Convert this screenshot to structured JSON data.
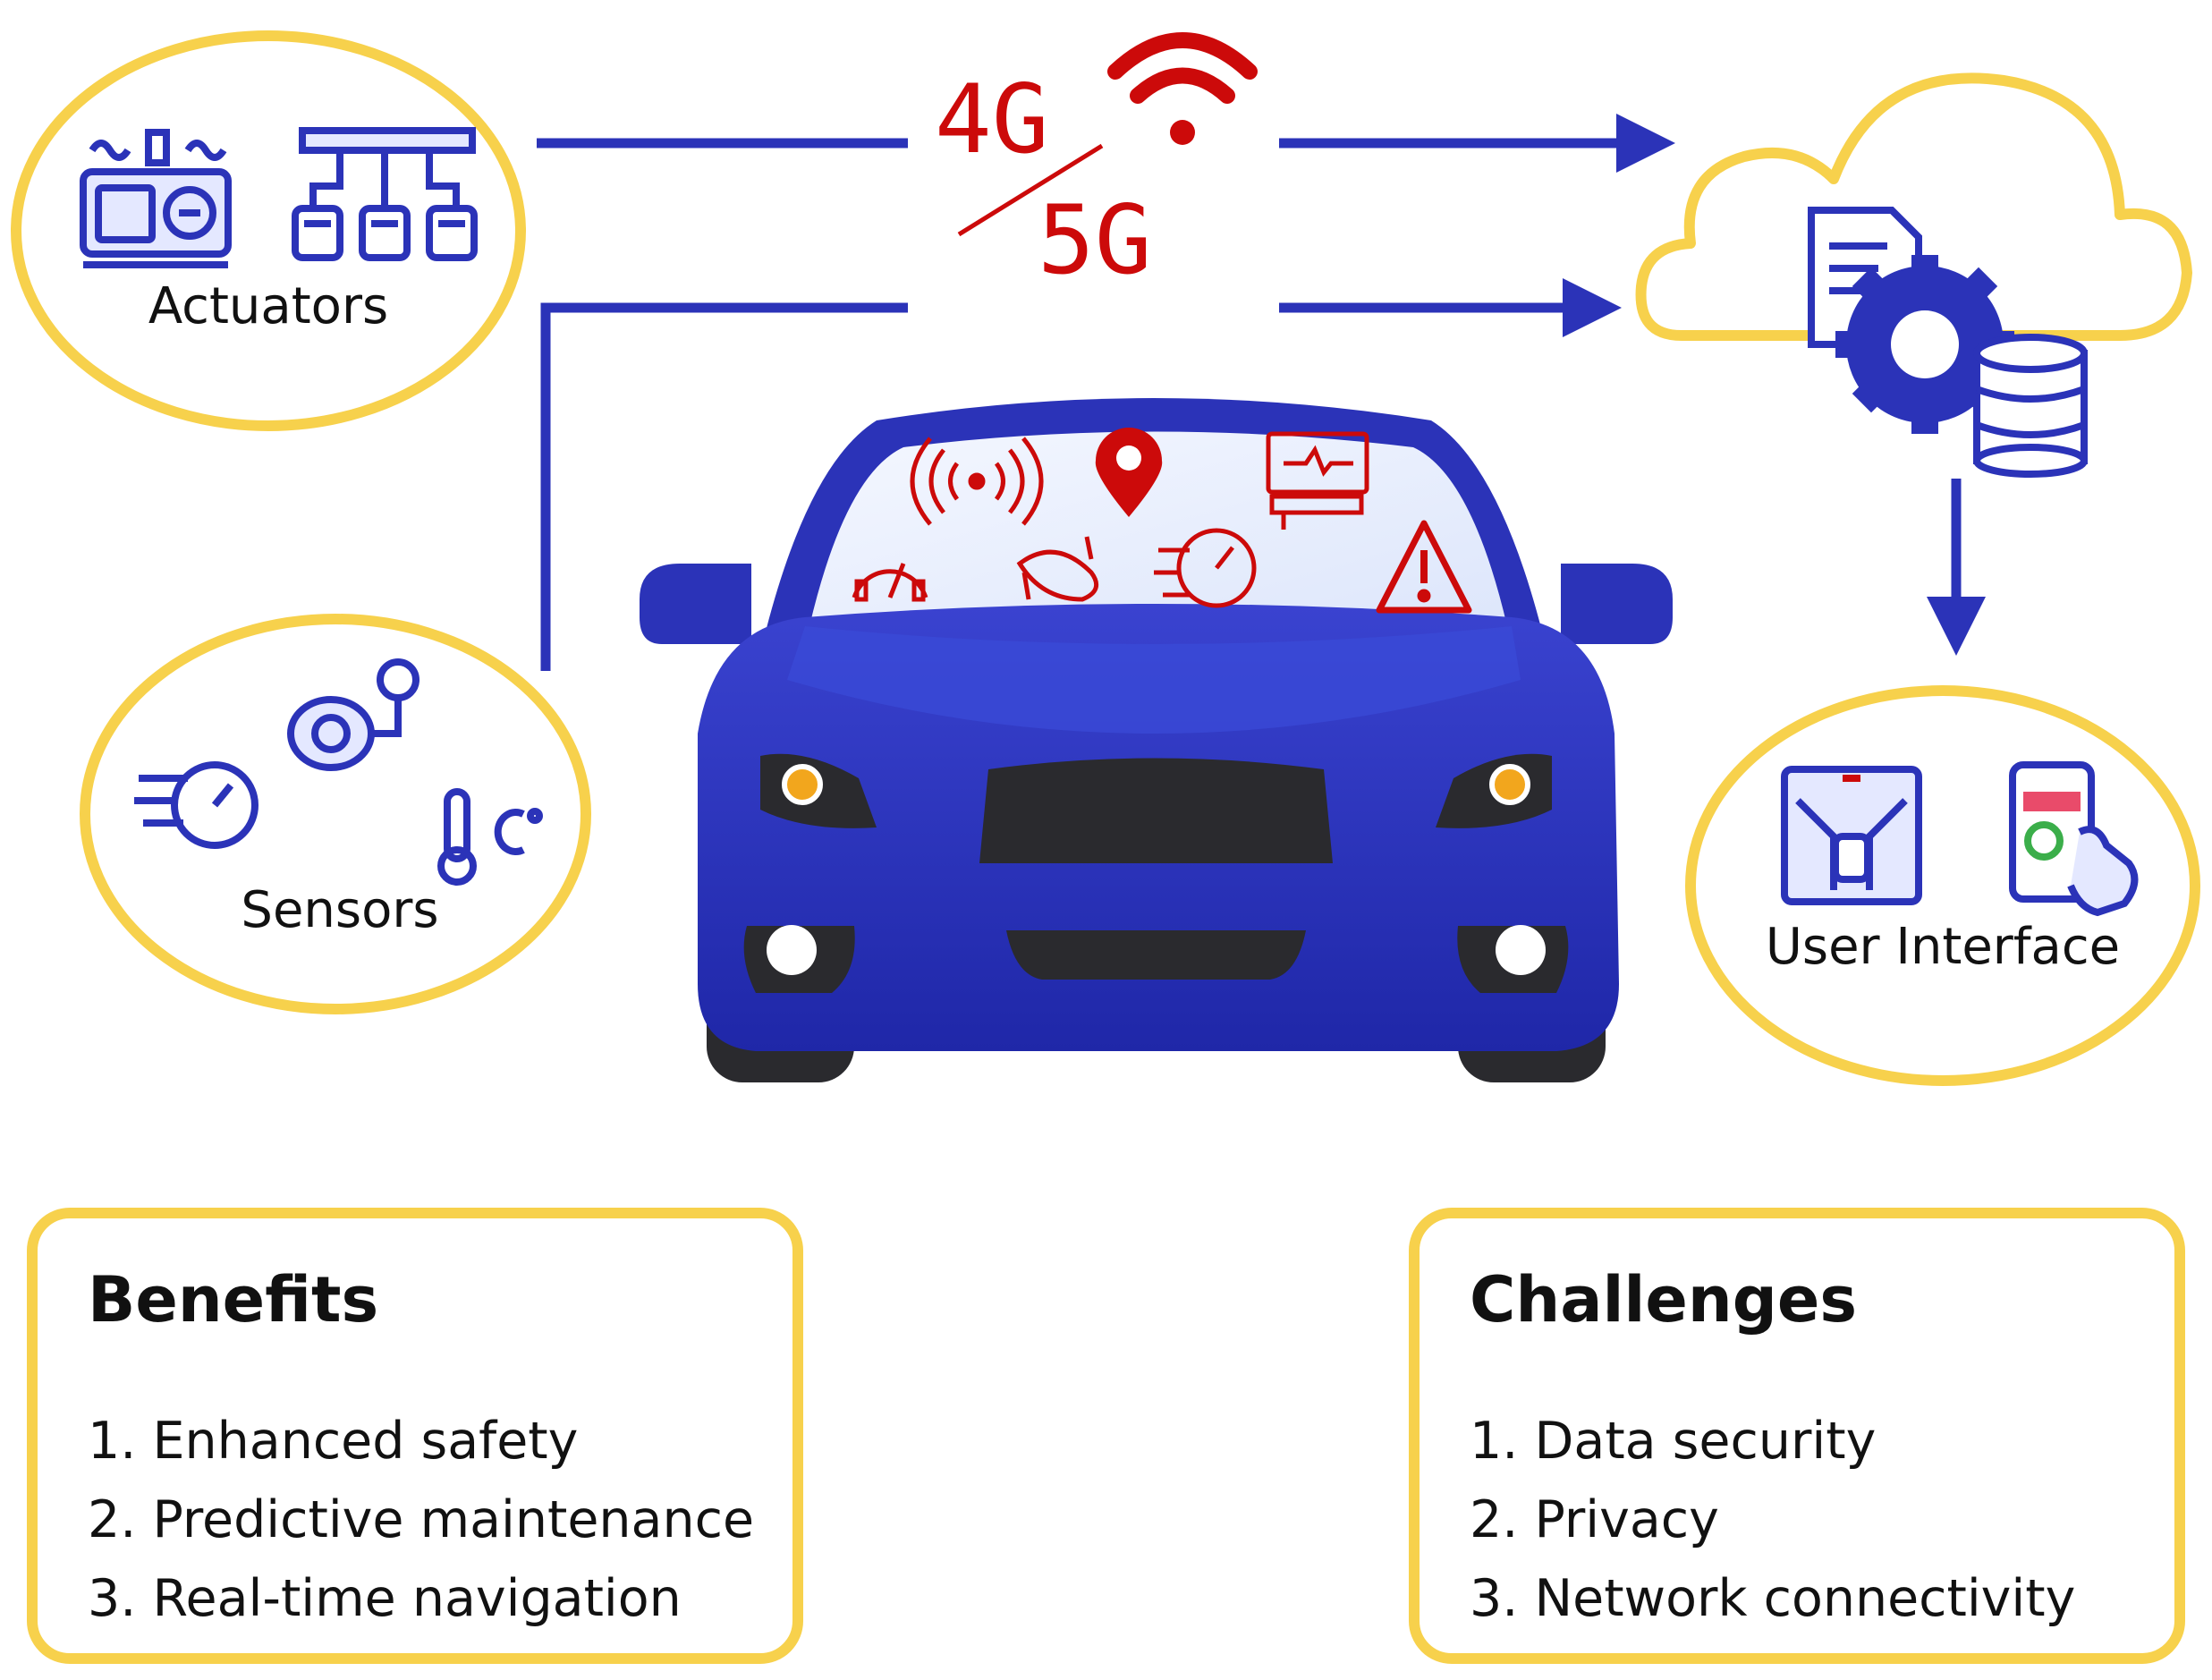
{
  "nodes": {
    "actuators": "Actuators",
    "sensors": "Sensors",
    "user_interface": "User Interface",
    "network_4g": "4G",
    "network_5g": "5G"
  },
  "benefits": {
    "title": "Benefits",
    "items": [
      "1. Enhanced safety",
      "2. Predictive maintenance",
      "3. Real-time navigation"
    ]
  },
  "challenges": {
    "title": "Challenges",
    "items": [
      "1. Data security",
      "2. Privacy",
      "3. Network connectivity"
    ]
  },
  "colors": {
    "accent_blue": "#2B33B8",
    "signal_red": "#CC0A0A",
    "outline_yellow": "#F7D14C",
    "headlight_orange": "#F2A61D"
  },
  "icons": [
    "actuator-panel-icon",
    "pedals-icon",
    "speedometer-icon",
    "turbo-gauge-icon",
    "thermometer-icon",
    "wifi-signal-icon",
    "cloud-icon",
    "document-icon",
    "gear-icon",
    "database-icon",
    "navigation-screen-icon",
    "smartphone-touch-icon",
    "radio-wave-icon",
    "location-pin-icon",
    "monitor-icon",
    "fuel-gauge-icon",
    "wiper-icon",
    "warning-icon",
    "car-icon"
  ]
}
